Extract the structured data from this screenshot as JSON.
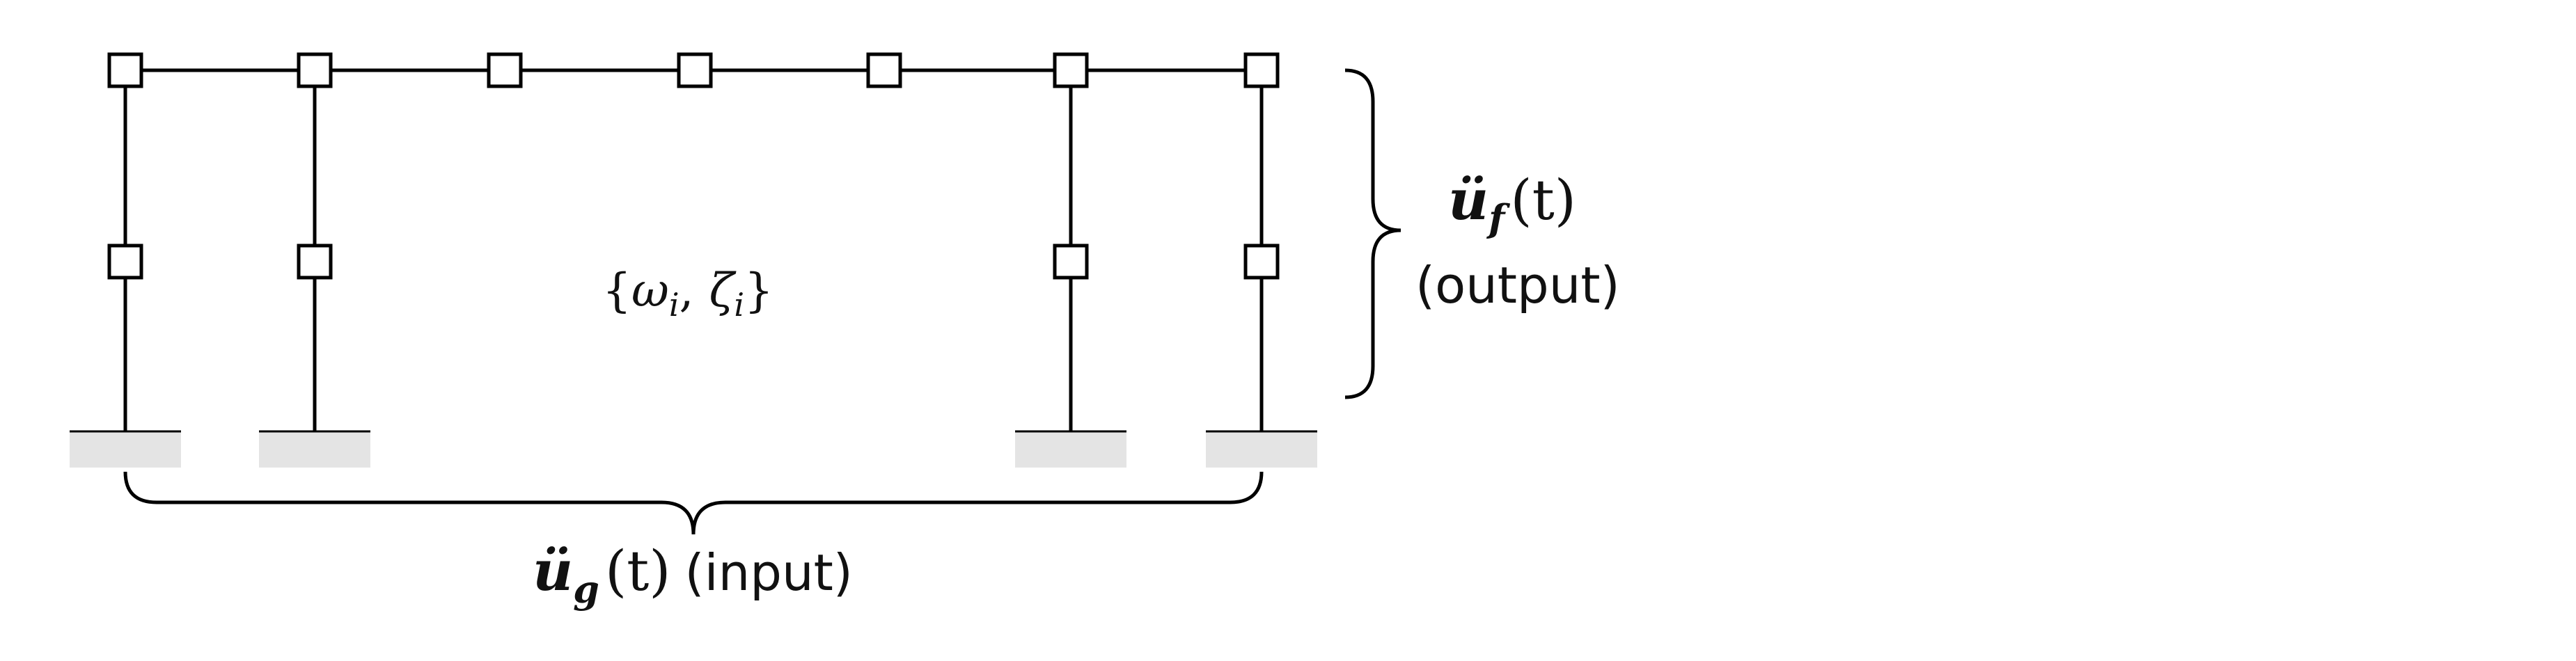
{
  "structure": {
    "modal_label": "{ωi, ζi}",
    "modal_open": "{",
    "modal_omega": "ω",
    "modal_sub_i1": "i",
    "modal_sep": ",",
    "modal_zeta": "ζ",
    "modal_sub_i2": "i",
    "modal_close": "}"
  },
  "output_label": {
    "symbol_base": "ü",
    "symbol_sub": "f",
    "argument": "(t)",
    "tag": "(output)"
  },
  "input_label": {
    "symbol_base": "ü",
    "symbol_sub": "g",
    "argument": "(t)",
    "tag": "(input)"
  },
  "colors": {
    "line": "#000000",
    "ground": "#e4e4e4",
    "node_fill": "#ffffff"
  }
}
